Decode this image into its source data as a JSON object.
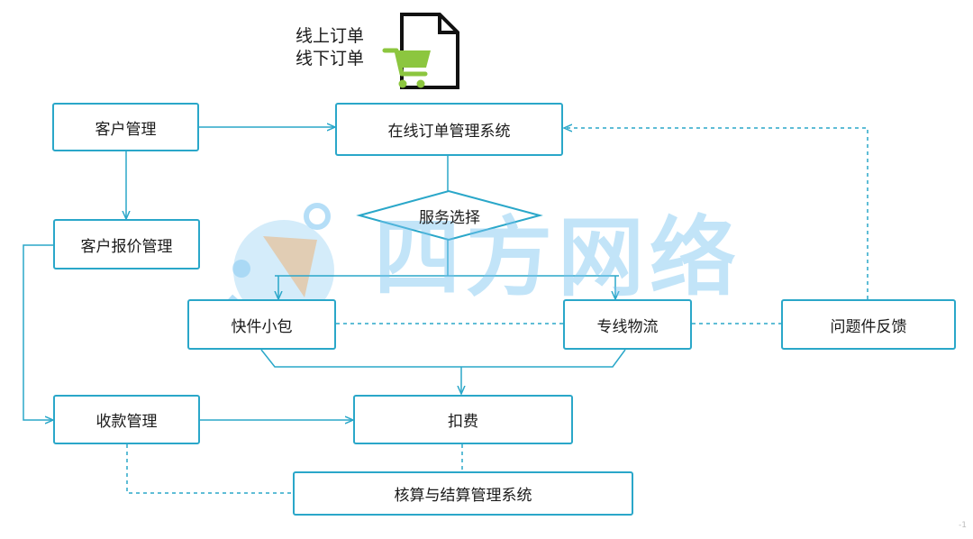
{
  "legend": {
    "line1": "线上订单",
    "line2": "线下订单"
  },
  "icons": {
    "document": "document-icon",
    "cart": "shopping-cart-icon"
  },
  "colors": {
    "line": "#2aa7c9",
    "box_border": "#2aa7c9",
    "cart": "#8cc63f",
    "watermark": "#78c3f0",
    "watermark_accent": "#f5a04a"
  },
  "watermark": {
    "text": "四方网络"
  },
  "nodes": {
    "customer_mgmt": "客户管理",
    "online_order_system": "在线订单管理系统",
    "service_selection": "服务选择",
    "customer_quote_mgmt": "客户报价管理",
    "express_parcel": "快件小包",
    "dedicated_logistics": "专线物流",
    "issue_feedback": "问题件反馈",
    "payment_mgmt": "收款管理",
    "deduction": "扣费",
    "settlement_system": "核算与结算管理系统"
  },
  "corner_mark": "-1"
}
